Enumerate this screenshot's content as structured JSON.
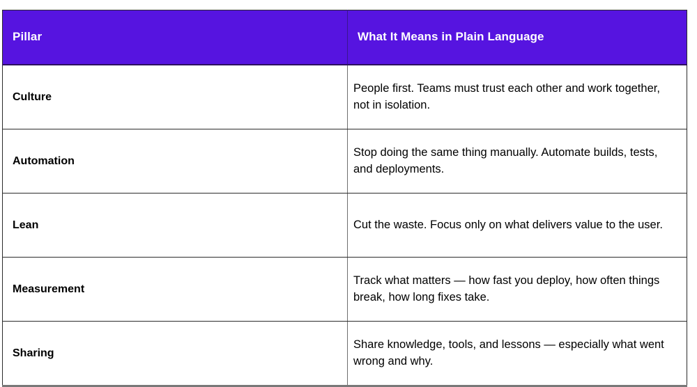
{
  "table": {
    "accent_color": "#5614e0",
    "header_text_color": "#ffffff",
    "body_text_color": "#000000",
    "border_color": "#2b2b2b",
    "columns": [
      {
        "label": "Pillar"
      },
      {
        "label": "What It Means in Plain Language"
      }
    ],
    "rows": [
      {
        "pillar": "Culture",
        "meaning": "People first. Teams must trust each other and work together, not in isolation."
      },
      {
        "pillar": "Automation",
        "meaning": "Stop doing the same thing manually. Automate builds, tests, and deployments."
      },
      {
        "pillar": "Lean",
        "meaning": "Cut the waste. Focus only on what delivers value to the user."
      },
      {
        "pillar": "Measurement",
        "meaning": "Track what matters — how fast you deploy, how often things break, how long fixes take."
      },
      {
        "pillar": "Sharing",
        "meaning": "Share knowledge, tools, and lessons — especially what went wrong and why."
      }
    ]
  }
}
